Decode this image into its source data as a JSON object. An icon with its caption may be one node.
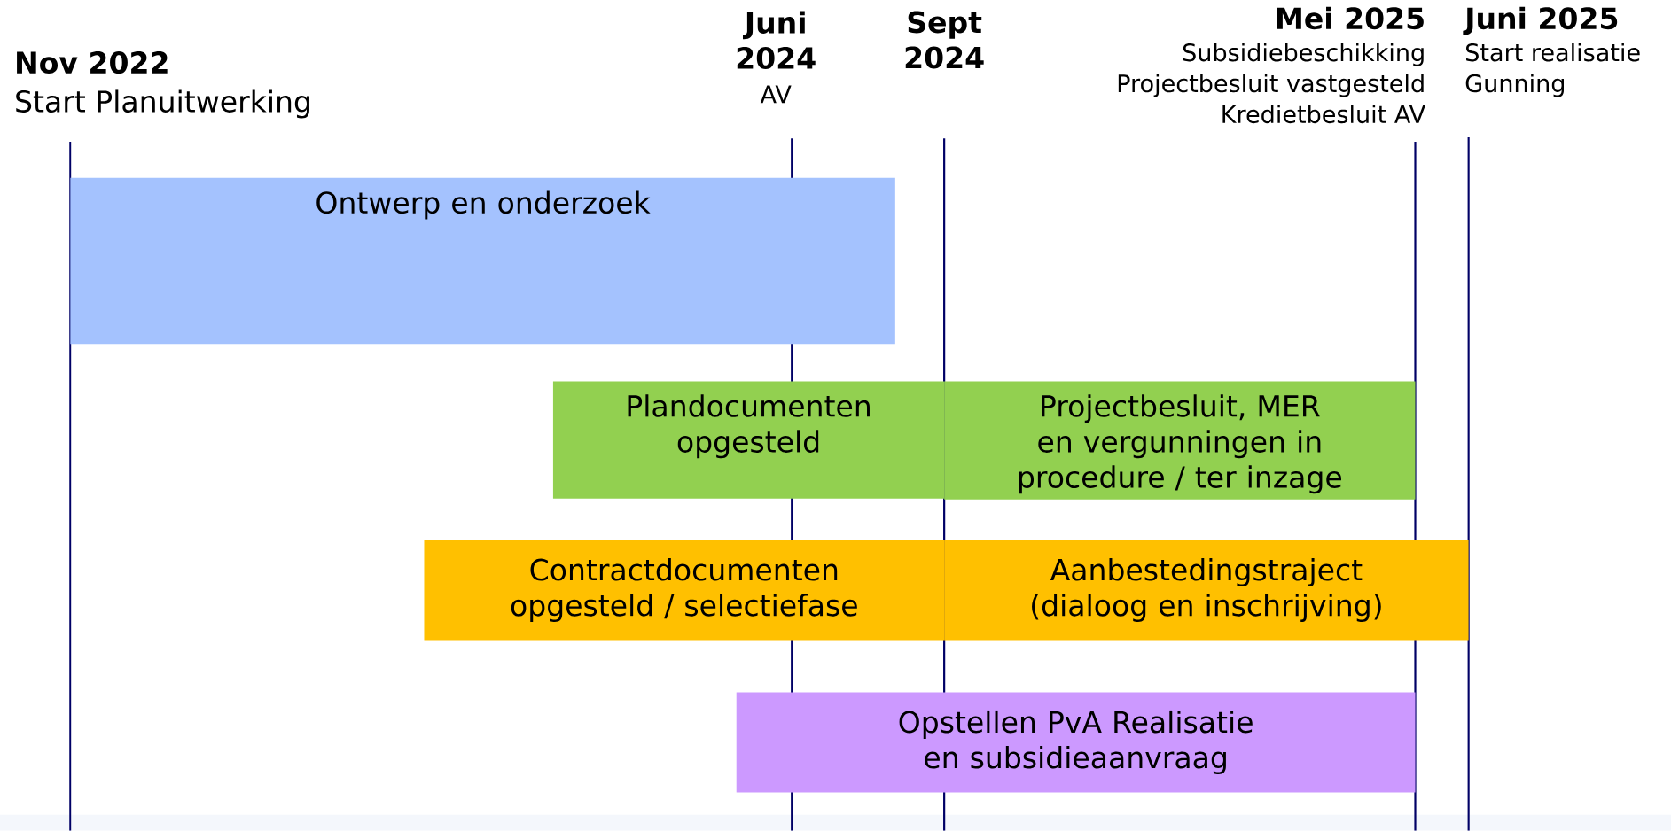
{
  "diagram": {
    "nodes": [
      {
        "text": [
          "Ontwerp en onderzoek"
        ]
      },
      {
        "text": [
          "Plandocumenten opgesteld"
        ]
      },
      {
        "text": [
          "Projectbesluit, MER en vergunningen in procedure / ter inzage"
        ]
      },
      {
        "text": [
          "Contractdocumenten opgesteld / selectiefase"
        ]
      },
      {
        "text": [
          "Aanbestedingstraject (dialoog en inschrijving)"
        ]
      },
      {
        "text": [
          "Opstellen PvA Realisatie en subsidieaanvraag"
        ]
      }
    ],
    "labels": [
      "Juni 2025",
      "Mei 2025",
      "Juni 2024",
      "Sept 2024",
      "Start realisatie",
      "Subsidiebeschikking",
      "Nov 2022",
      "Projectbesluit vastgesteld",
      "Gunning",
      "AV",
      "Kredietbesluit AV",
      "Start Planuitwerking"
    ]
  }
}
